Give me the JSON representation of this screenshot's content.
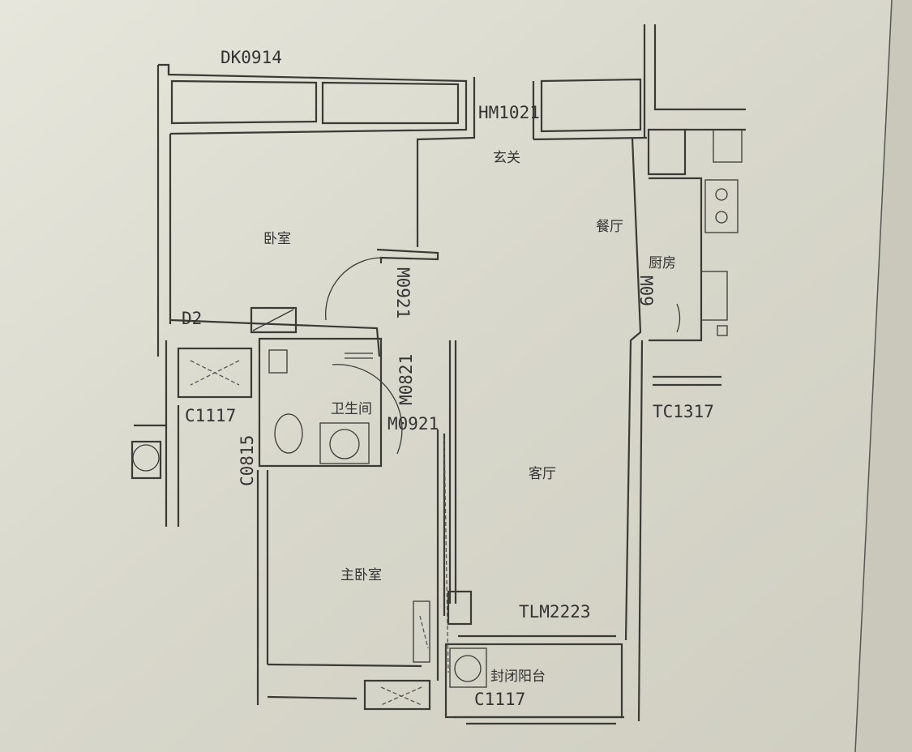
{
  "rooms": {
    "entrance": "玄关",
    "bedroom": "卧室",
    "dining": "餐厅",
    "kitchen": "厨房",
    "bathroom": "卫生间",
    "living": "客厅",
    "master_bedroom": "主卧室",
    "balcony": "封闭阳台"
  },
  "codes": {
    "dk": "DK0914",
    "hm": "HM1021",
    "m_bedroom": "M0921",
    "m_bath": "M0821",
    "m_master": "M0921",
    "m_kitchen": "M09",
    "d2": "D2",
    "c_left": "C1117",
    "c_bath": "C0815",
    "tc": "TC1317",
    "tlm": "TLM2223",
    "c_balcony": "C1117"
  }
}
